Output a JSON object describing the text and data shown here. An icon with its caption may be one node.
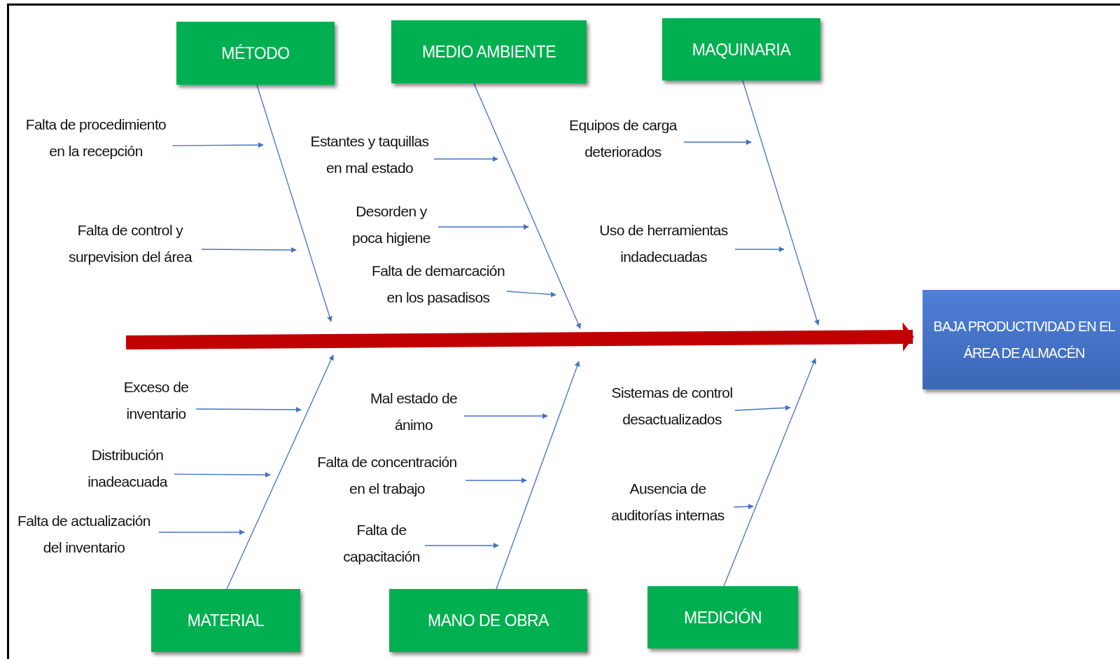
{
  "diagram": {
    "nodes": [
      {
        "text": [
          "MÉTODO"
        ]
      },
      {
        "text": [
          "MEDIO AMBIENTE"
        ]
      },
      {
        "text": [
          "MAQUINARIA"
        ]
      },
      {
        "text": [
          "MATERIAL"
        ]
      },
      {
        "text": [
          "MANO DE OBRA"
        ]
      },
      {
        "text": [
          "MEDICIÓN"
        ]
      },
      {
        "text": [
          "BAJA PRODUCTIVIDAD EN EL ÁREA DE ALMACÉN"
        ]
      },
      {
        "text": [
          "Falta de procedimiento en la recepción"
        ]
      },
      {
        "text": [
          "Falta de control y surpevision del área"
        ]
      },
      {
        "text": [
          "Estantes y taquillas en mal estado"
        ]
      },
      {
        "text": [
          "Desorden y poca higiene"
        ]
      },
      {
        "text": [
          "Falta de demarcación en los pasadisos"
        ]
      },
      {
        "text": [
          "Equipos de carga deteriorados"
        ]
      },
      {
        "text": [
          "Uso de herramientas indadecuadas"
        ]
      },
      {
        "text": [
          "Exceso de inventario"
        ]
      },
      {
        "text": [
          "Distribución inadeacuada"
        ]
      },
      {
        "text": [
          "Falta de actualización del inventario"
        ]
      },
      {
        "text": [
          "Mal estado de ánimo"
        ]
      },
      {
        "text": [
          "Falta de concentración en el trabajo"
        ]
      },
      {
        "text": [
          "Falta de capacitación"
        ]
      },
      {
        "text": [
          "Sistemas de control desactualizados"
        ]
      },
      {
        "text": [
          "Ausencia de auditorías internas"
        ]
      }
    ],
    "edges": [
      {
        "from": null,
        "to": 6,
        "arrow": "to",
        "style": "thick",
        "color": "#c00000"
      },
      {
        "from": 0,
        "to": null,
        "arrow": "to"
      },
      {
        "from": 1,
        "to": null,
        "arrow": "to"
      },
      {
        "from": 2,
        "to": null,
        "arrow": "to"
      },
      {
        "from": 3,
        "to": null,
        "arrow": "to"
      },
      {
        "from": 4,
        "to": null,
        "arrow": "to"
      },
      {
        "from": 5,
        "to": null,
        "arrow": "to"
      },
      {
        "from": 7,
        "to": null,
        "arrow": "to"
      },
      {
        "from": 8,
        "to": null,
        "arrow": "to"
      },
      {
        "from": 9,
        "to": null,
        "arrow": "to"
      },
      {
        "from": 10,
        "to": null,
        "arrow": "to"
      },
      {
        "from": 11,
        "to": null,
        "arrow": "to"
      },
      {
        "from": 12,
        "to": null,
        "arrow": "to"
      },
      {
        "from": 13,
        "to": null,
        "arrow": "to"
      },
      {
        "from": 14,
        "to": null,
        "arrow": "to"
      },
      {
        "from": 15,
        "to": null,
        "arrow": "to"
      },
      {
        "from": 16,
        "to": null,
        "arrow": "to"
      },
      {
        "from": 17,
        "to": null,
        "arrow": "to"
      },
      {
        "from": 18,
        "to": null,
        "arrow": "to"
      },
      {
        "from": 19,
        "to": null,
        "arrow": "to"
      },
      {
        "from": 20,
        "to": null,
        "arrow": "to"
      },
      {
        "from": 21,
        "to": null,
        "arrow": "to"
      }
    ]
  }
}
